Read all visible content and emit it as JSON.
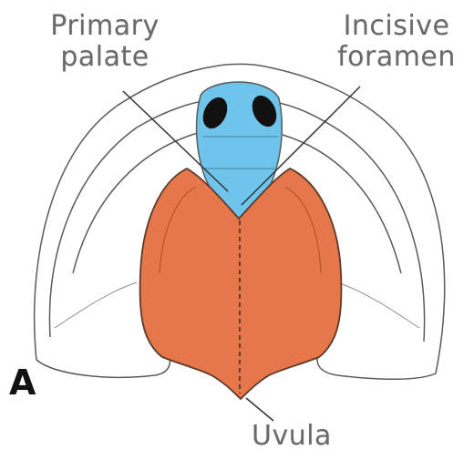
{
  "figure": {
    "panel_letter": "A",
    "labels": {
      "primary_palate_line1": "Primary",
      "primary_palate_line2": "palate",
      "incisive_foramen_line1": "Incisive",
      "incisive_foramen_line2": "foramen",
      "uvula": "Uvula"
    },
    "colors": {
      "primary_palate": "#6ec4ea",
      "secondary_palate": "#e5774b",
      "outline": "#5a5a5a",
      "text": "#6a6a6a"
    }
  }
}
